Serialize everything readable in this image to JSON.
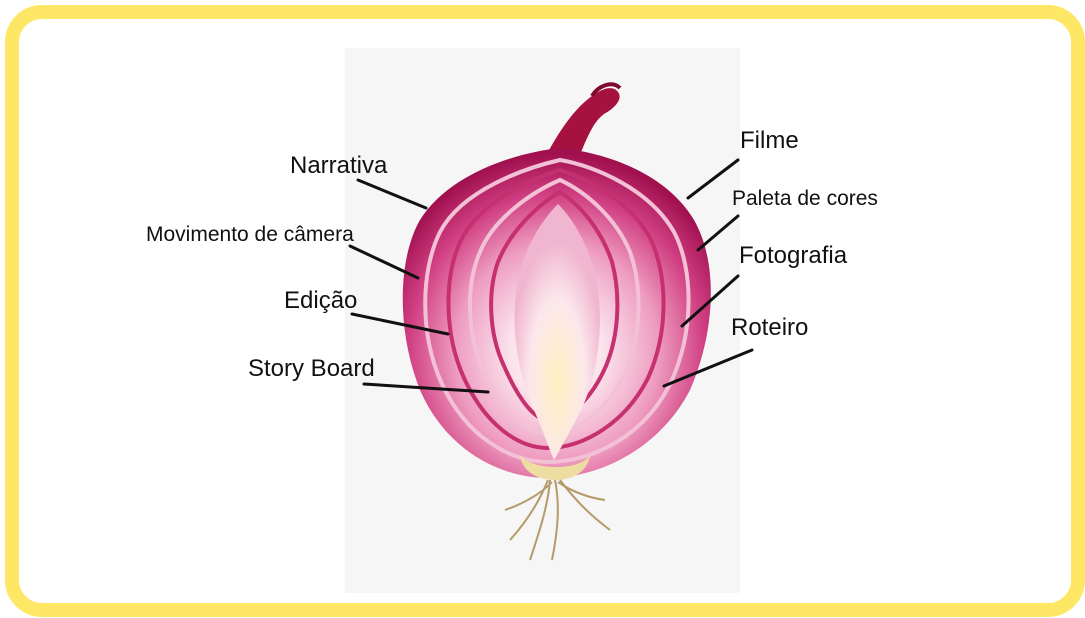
{
  "colors": {
    "frame_border": "#FFE766",
    "frame_fill": "#FFFFFF",
    "photo_bg": "#F5F5F5",
    "onion_outer": "#B2135A",
    "onion_mid": "#D94E8E",
    "onion_inner": "#F4C6DA",
    "onion_core": "#FFF1C9",
    "root": "#B59A6A",
    "leader_line": "#111111"
  },
  "illustration": {
    "subject": "red-onion-cross-section-icon"
  },
  "labels": {
    "narrativa": "Narrativa",
    "movimento": "Movimento de câmera",
    "edicao": "Edição",
    "story_board": "Story Board",
    "filme": "Filme",
    "paleta": "Paleta de cores",
    "fotografia": "Fotografia",
    "roteiro": "Roteiro"
  }
}
